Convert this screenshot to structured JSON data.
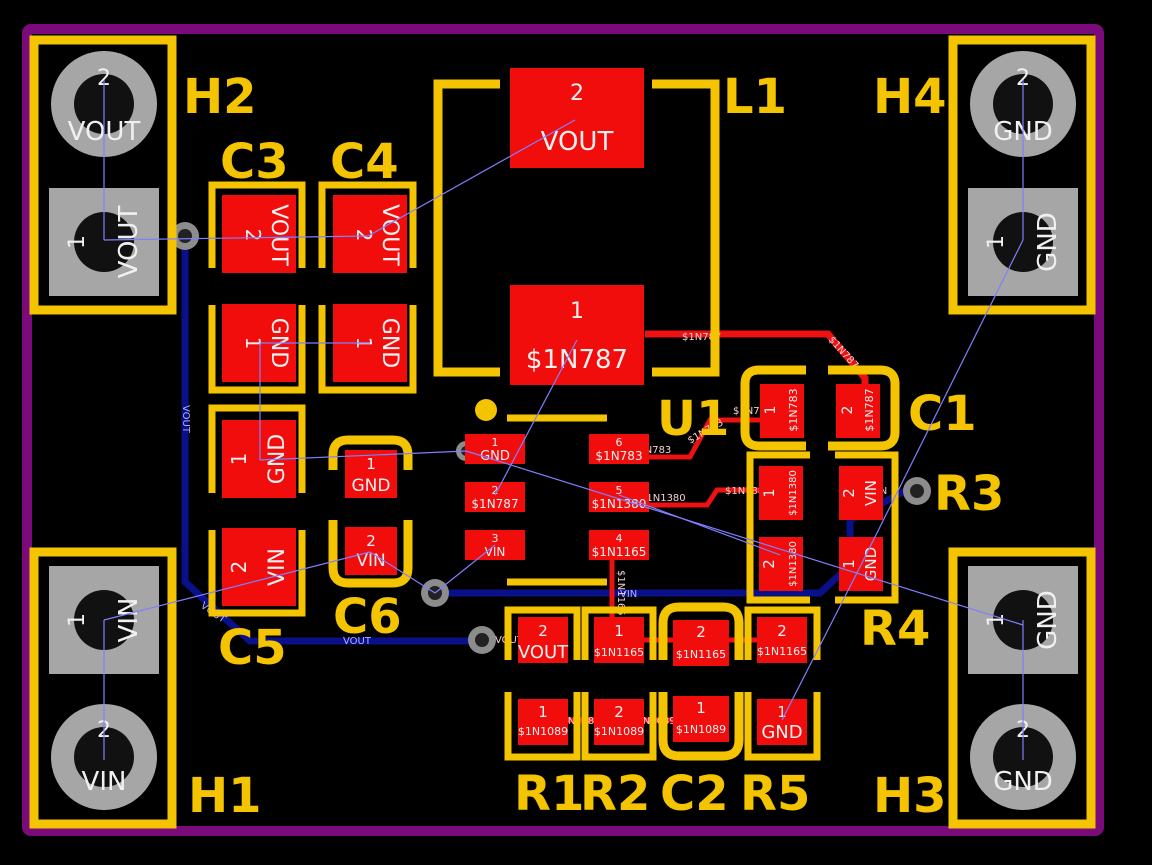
{
  "board": {
    "outline_color": "#7b0a7b",
    "silk_color": "#f5c400",
    "pad_color": "#f20d0d",
    "bottom_copper_color": "#0a0f8a",
    "ratsnest_color": "#7f7fff"
  },
  "designators": {
    "H1": "H1",
    "H2": "H2",
    "H3": "H3",
    "H4": "H4",
    "L1": "L1",
    "U1": "U1",
    "C1": "C1",
    "C2": "C2",
    "C3": "C3",
    "C4": "C4",
    "C5": "C5",
    "C6": "C6",
    "R1": "R1",
    "R2": "R2",
    "R3": "R3",
    "R4": "R4",
    "R5": "R5"
  },
  "headers": {
    "H2": {
      "pin2": {
        "num": "2",
        "net": "VOUT"
      },
      "pin1": {
        "num": "1",
        "net": "VOUT"
      }
    },
    "H4": {
      "pin2": {
        "num": "2",
        "net": "GND"
      },
      "pin1": {
        "num": "1",
        "net": "GND"
      }
    },
    "H1": {
      "pin1": {
        "num": "1",
        "net": "VIN"
      },
      "pin2": {
        "num": "2",
        "net": "VIN"
      }
    },
    "H3": {
      "pin1": {
        "num": "1",
        "net": "GND"
      },
      "pin2": {
        "num": "2",
        "net": "GND"
      }
    }
  },
  "l1": {
    "pin2": {
      "num": "2",
      "net": "VOUT"
    },
    "pin1": {
      "num": "1",
      "net": "$1N787"
    }
  },
  "caps": {
    "C3": {
      "pin2": {
        "num": "2",
        "net": "VOUT"
      },
      "pin1": {
        "num": "1",
        "net": "GND"
      }
    },
    "C4": {
      "pin2": {
        "num": "2",
        "net": "VOUT"
      },
      "pin1": {
        "num": "1",
        "net": "GND"
      }
    },
    "C5": {
      "pin1": {
        "num": "1",
        "net": "GND"
      },
      "pin2": {
        "num": "2",
        "net": "VIN"
      }
    },
    "C6": {
      "pin1": {
        "num": "1",
        "net": "GND"
      },
      "pin2": {
        "num": "2",
        "net": "VIN"
      }
    },
    "C1": {
      "pin1": {
        "num": "1",
        "net": "$1N783"
      },
      "pin2": {
        "num": "2",
        "net": "$1N787"
      }
    },
    "C2": {
      "pin2": {
        "num": "2",
        "net": "$1N1165"
      },
      "pin1": {
        "num": "1",
        "net": "$1N1089"
      }
    }
  },
  "u1": {
    "pins": [
      {
        "num": "1",
        "net": "GND"
      },
      {
        "num": "2",
        "net": "$1N787"
      },
      {
        "num": "3",
        "net": "VIN"
      },
      {
        "num": "4",
        "net": "$1N1165"
      },
      {
        "num": "5",
        "net": "$1N1380"
      },
      {
        "num": "6",
        "net": "$1N783"
      }
    ]
  },
  "resistors": {
    "R3": {
      "pin1": {
        "num": "1",
        "net": "$1N1380"
      },
      "pin2": {
        "num": "2",
        "net": "VIN"
      }
    },
    "R4": {
      "pin2": {
        "num": "2",
        "net": "$1N1380"
      },
      "pin1": {
        "num": "1",
        "net": "GND"
      }
    },
    "R1": {
      "pin2": {
        "num": "2",
        "net": "VOUT"
      },
      "pin1": {
        "num": "1",
        "net": "$1N1089"
      }
    },
    "R2": {
      "pin1": {
        "num": "1",
        "net": "$1N1165"
      },
      "pin2": {
        "num": "2",
        "net": "$1N1089"
      }
    },
    "R5": {
      "pin2": {
        "num": "2",
        "net": "$1N1165"
      },
      "pin1": {
        "num": "1",
        "net": "GND"
      }
    }
  },
  "trace_labels": {
    "n787": "$1N787",
    "n783": "$1N783",
    "n1380": "$1N1380",
    "n1165": "$1N1165",
    "n1089": "$1N1089",
    "vout": "VOUT",
    "vin": "VIN",
    "gnd": "GND"
  }
}
